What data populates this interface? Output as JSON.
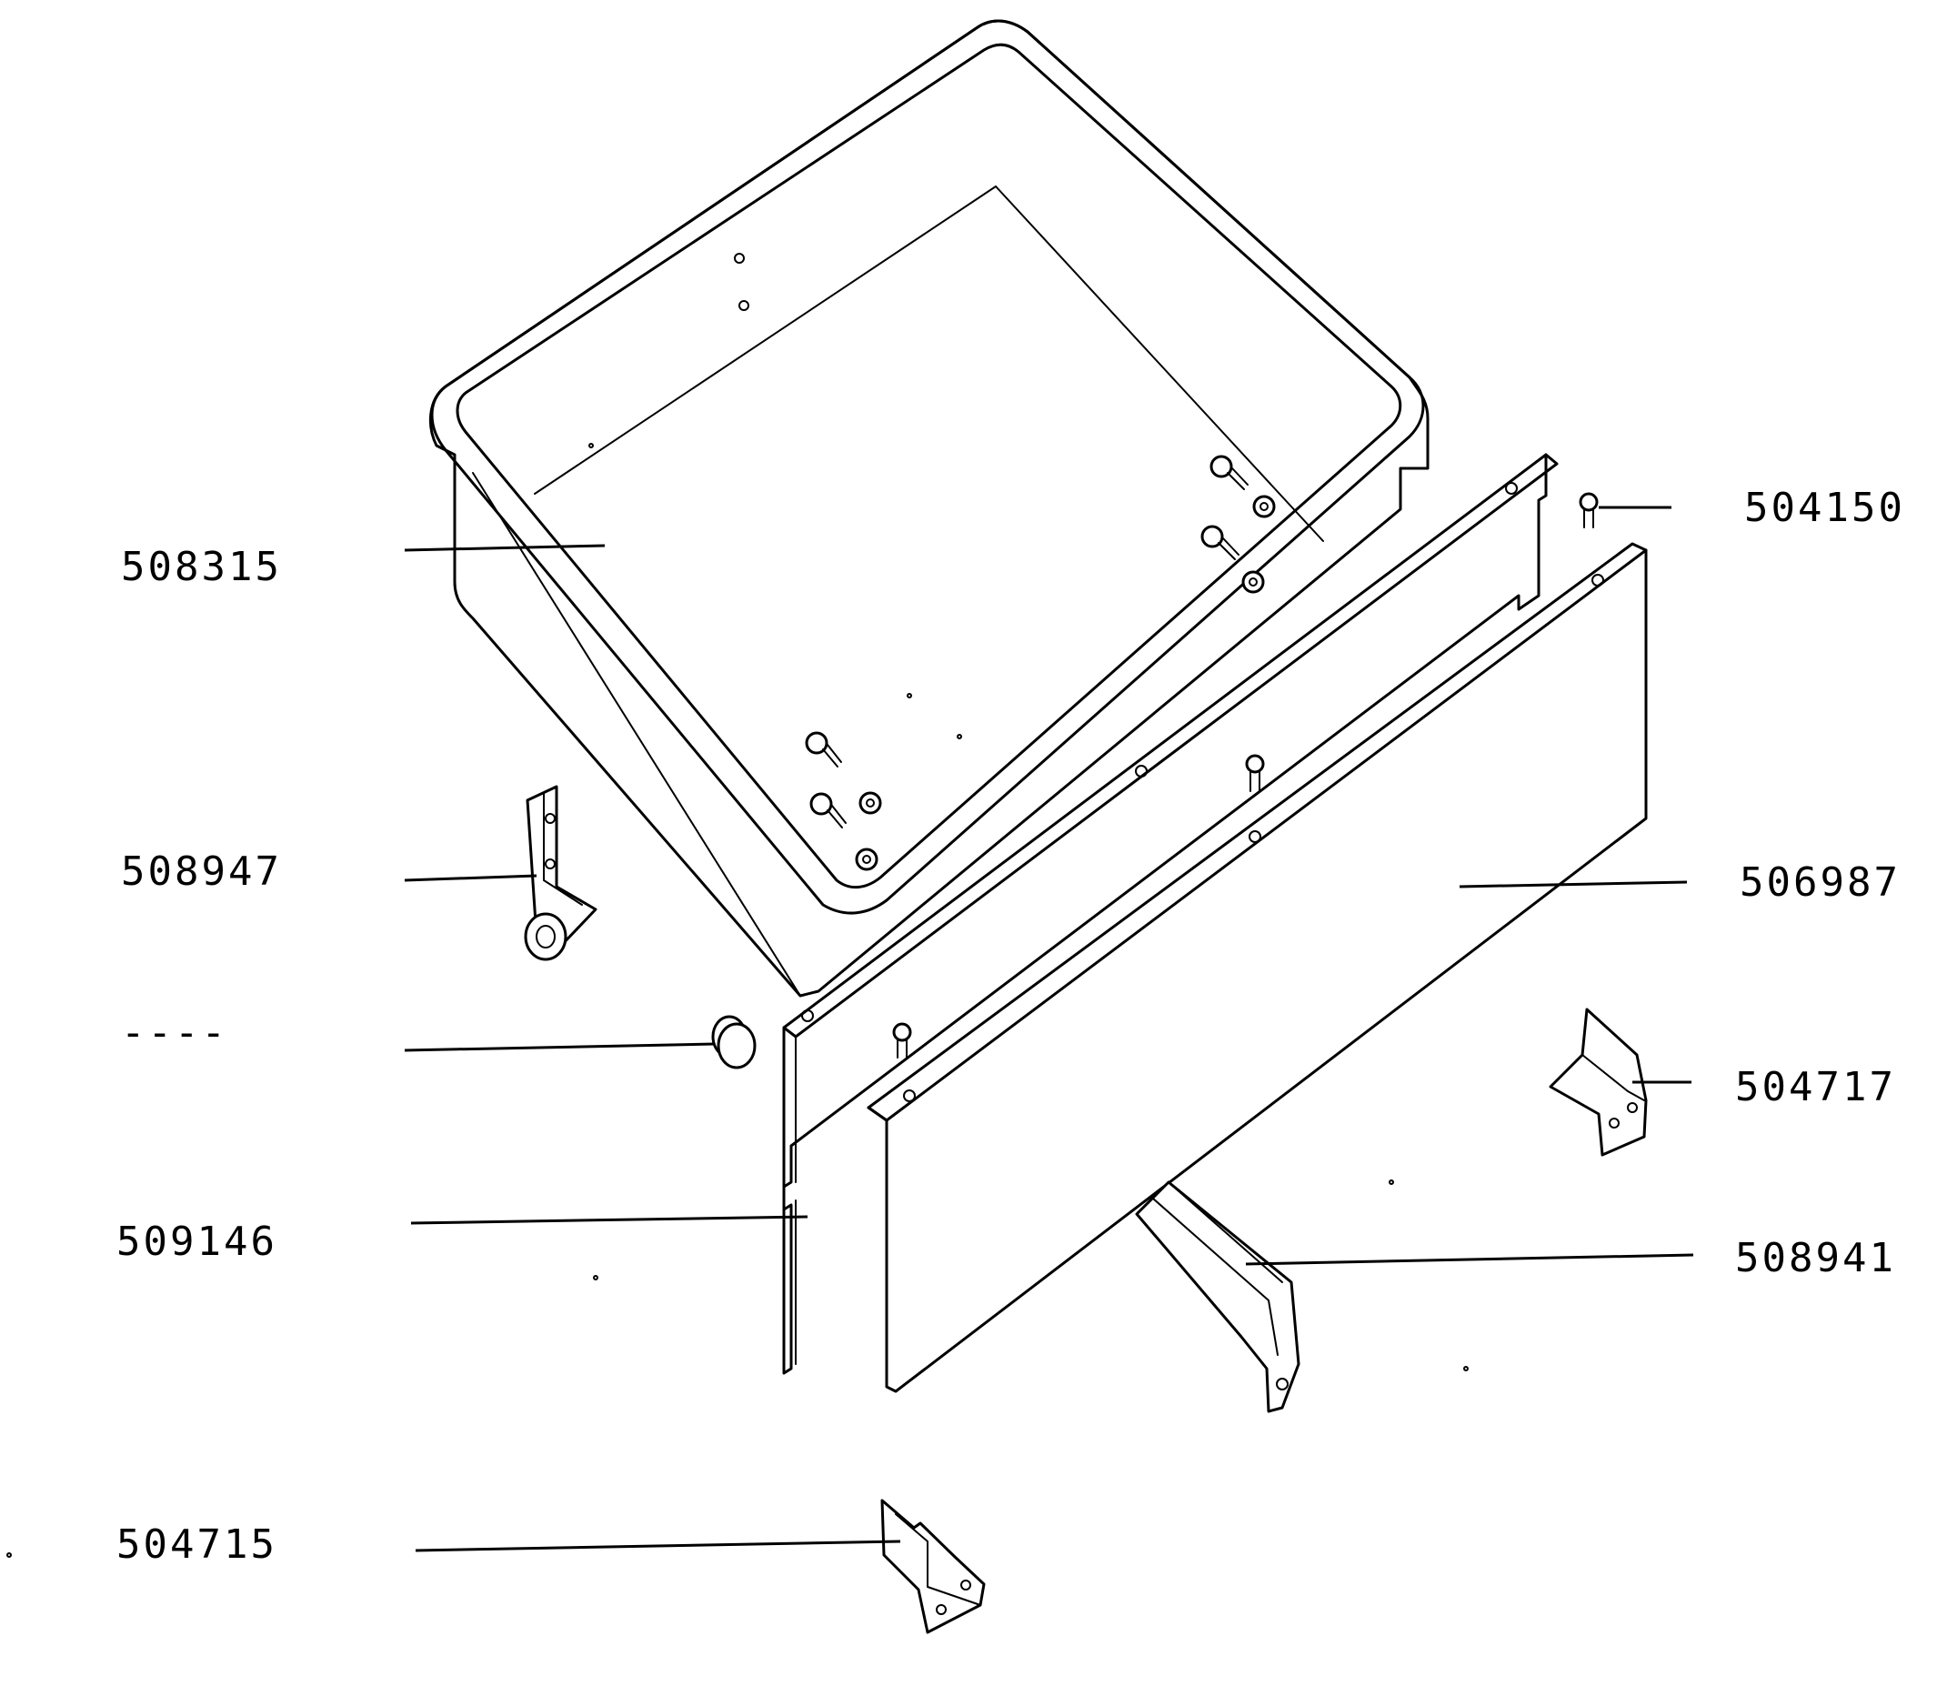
{
  "labels": {
    "tub": "508315",
    "roller_bracket": "508947",
    "knob": "----",
    "inner_panel": "509146",
    "bottom_bracket": "504715",
    "rivet": "504150",
    "front_panel": "506987",
    "right_bracket": "504717",
    "rail": "508941"
  }
}
